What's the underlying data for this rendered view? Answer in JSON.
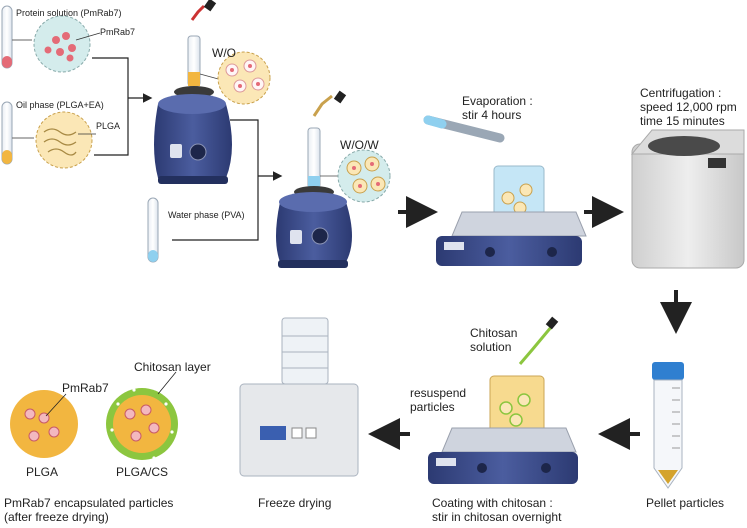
{
  "inputs": {
    "protein_label": "Protein solution (PmRab7)",
    "protein_zoom_label": "PmRab7",
    "oil_label": "Oil phase (PLGA+EA)",
    "oil_zoom_label": "PLGA",
    "water_label": "Water phase (PVA)"
  },
  "emulsions": {
    "first": "W/O",
    "second": "W/O/W"
  },
  "steps": {
    "evaporation": [
      "Evaporation :",
      "stir 4 hours"
    ],
    "centrifugation": [
      "Centrifugation :",
      "speed 12,000 rpm",
      "time 15 minutes"
    ],
    "pellet": "Pellet particles",
    "chitosan_solution": [
      "Chitosan",
      "solution"
    ],
    "resuspend": [
      "resuspend",
      "particles"
    ],
    "coating": [
      "Coating with chitosan :",
      "stir in chitosan overnight"
    ],
    "freeze_drying": "Freeze drying"
  },
  "result": {
    "chitosan_layer": "Chitosan layer",
    "pmrab7": "PmRab7",
    "plga": "PLGA",
    "plga_cs": "PLGA/CS",
    "caption": [
      "PmRab7 encapsulated particles",
      "(after freeze drying)"
    ]
  },
  "colors": {
    "vortex_body": "#3b4a86",
    "plga_particle": "#f2b640",
    "chitosan_shell": "#8cc63f",
    "pink_droplet": "#e46b77",
    "arrow": "#222222"
  }
}
